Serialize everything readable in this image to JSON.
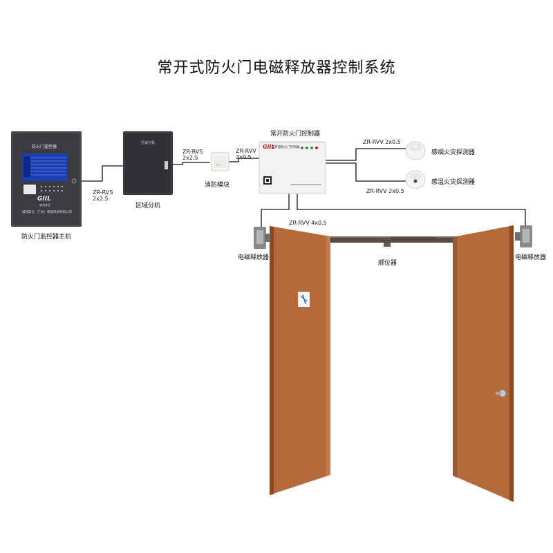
{
  "title": "常开式防火门电磁释放器控制系统",
  "devices": {
    "host": {
      "label": "防火门监控器主机",
      "screen_title": "防火门监控器",
      "brand": "GIIL",
      "brand_sub": "威领安全",
      "company": "威领安全（广州）智能科技有限公司"
    },
    "zone": {
      "label": "区域分机",
      "panel_text": "区域分机"
    },
    "module": {
      "label": "消防模块"
    },
    "controller": {
      "label": "常开防火门控制器",
      "brand": "GIIL",
      "panel_text": "常开型防火门控制器"
    },
    "smoke": {
      "label": "感烟火灾探测器"
    },
    "heat": {
      "label": "感温火灾探测器"
    },
    "release_left": {
      "label": "电磁释放器"
    },
    "release_right": {
      "label": "电磁释放器"
    },
    "sequencer": {
      "label": "顺位器"
    }
  },
  "wires": {
    "host_zone": {
      "line1": "ZR-RVS",
      "line2": "2x2.5"
    },
    "zone_module": {
      "line1": "ZR-RVS",
      "line2": "2x2.5"
    },
    "module_ctrl": {
      "line1": "ZR-RVV",
      "line2": "2x0.5"
    },
    "ctrl_smoke": {
      "line1": "ZR-RVV 2x0.5"
    },
    "ctrl_heat": {
      "line1": "ZR-RVV 2x0.5"
    },
    "ctrl_door": {
      "line1": "ZR-RVV 4x0.5"
    }
  },
  "colors": {
    "host_body": "#3a3c42",
    "screen": "#1b3fb0",
    "zone_box": "#2f3136",
    "door": "#b56a3c",
    "door_edge": "#8a4a24",
    "controller_body": "#f2f2f2",
    "brand_red": "#d71920",
    "wire": "#111111"
  },
  "icons": [
    "smoke-detector-icon",
    "heat-detector-icon",
    "magnet-release-icon",
    "door-handle-icon",
    "door-sign-icon"
  ]
}
